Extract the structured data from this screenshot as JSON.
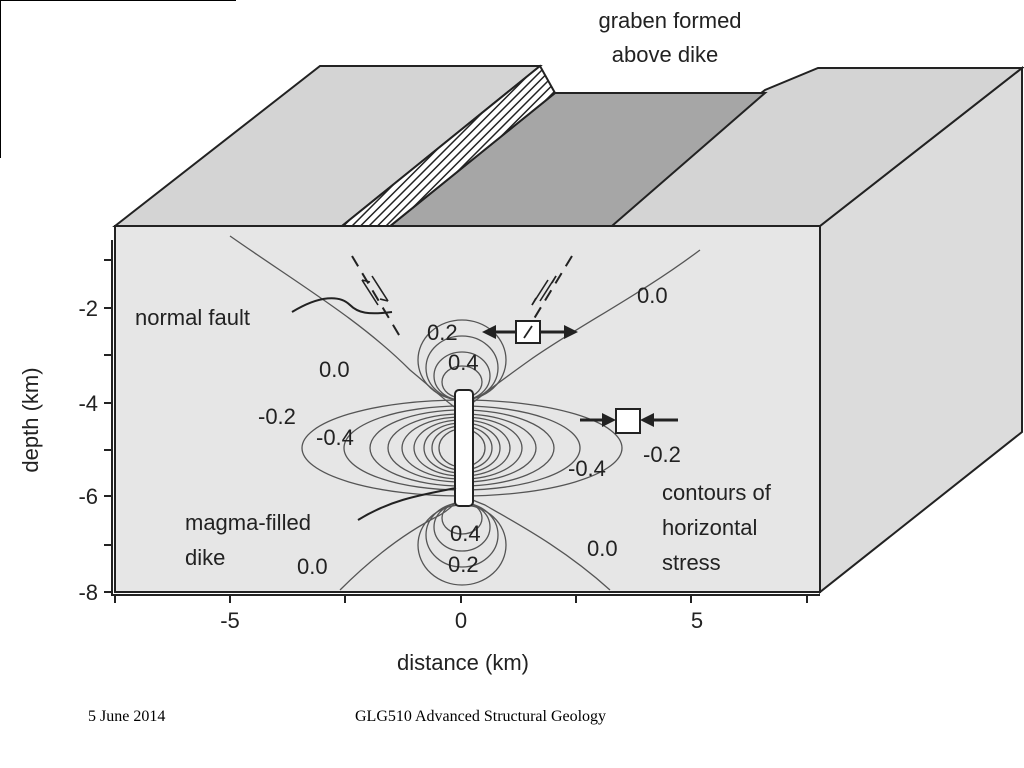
{
  "figure": {
    "top_label": [
      "graben formed",
      "above dike"
    ],
    "fault_label": "normal fault",
    "dike_label": [
      "magma-filled",
      "dike"
    ],
    "contours_label": [
      "contours of",
      "horizontal",
      "stress"
    ],
    "x_axis": {
      "label": "distance (km)",
      "ticks": [
        "-5",
        "0",
        "5"
      ]
    },
    "y_axis": {
      "label": "depth (km)",
      "ticks": [
        "-2",
        "-4",
        "-6",
        "-8"
      ]
    },
    "contour_labels": [
      "0.0",
      "0.2",
      "0.4",
      "0.0",
      "-0.2",
      "-0.4",
      "-0.4",
      "-0.2",
      "0.4",
      "0.0",
      "0.2",
      "0.0"
    ],
    "colors": {
      "block_front": "#e6e6e6",
      "block_top": "#d4d4d4",
      "block_side": "#dcdcdc",
      "graben_floor": "#a6a6a6",
      "outline": "#222222",
      "contour": "#555555"
    }
  },
  "footer": {
    "date": "5 June 2014",
    "course": "GLG510 Advanced Structural Geology"
  }
}
